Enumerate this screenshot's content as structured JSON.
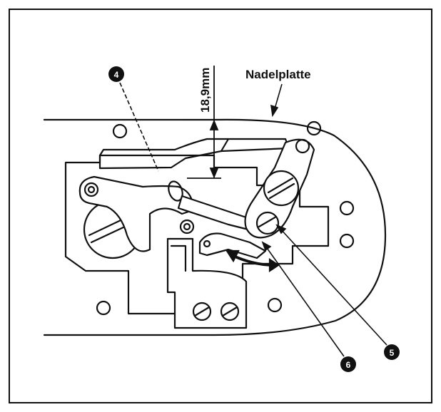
{
  "labels": {
    "plate": "Nadelplatte",
    "dimension": "18,9mm",
    "callout_4": "4",
    "callout_5": "5",
    "callout_6": "6"
  },
  "colors": {
    "line": "#111111",
    "background": "#ffffff"
  }
}
